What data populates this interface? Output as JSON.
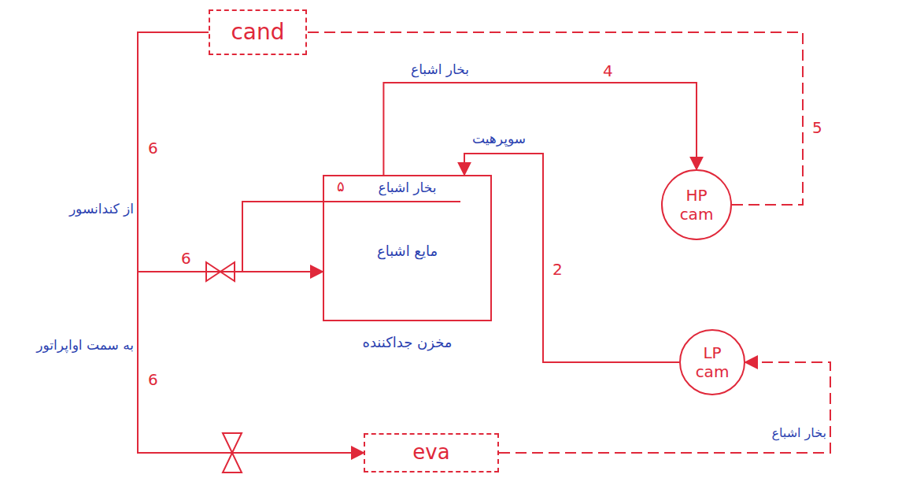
{
  "diagram": {
    "nodes": [
      {
        "text": [
          "cand"
        ]
      },
      {
        "text": [
          "بخار اشباع",
          "مایع اشباع",
          "مخزن جداکننده"
        ]
      },
      {
        "text": [
          "HP cam"
        ]
      },
      {
        "text": [
          "LP cam"
        ]
      },
      {
        "text": [
          "eva"
        ]
      }
    ],
    "edges": [
      {
        "from": 1,
        "to": 2,
        "arrow": "to",
        "label": "بخار اشباع"
      },
      {
        "from": 2,
        "to": 0,
        "arrow": "none"
      },
      {
        "from": 0,
        "to": 1,
        "arrow": "to",
        "label": "از کندانسور"
      },
      {
        "from": 0,
        "to": 4,
        "arrow": "to",
        "label": "به سمت اواپراتور"
      },
      {
        "from": 3,
        "to": 1,
        "arrow": "to",
        "label": "سوپرهیت"
      },
      {
        "from": 4,
        "to": 3,
        "arrow": "to",
        "label": "بخار اشباع"
      }
    ],
    "labels": [
      "4",
      "5",
      "6",
      "6",
      "6",
      "2",
      "۵"
    ]
  }
}
